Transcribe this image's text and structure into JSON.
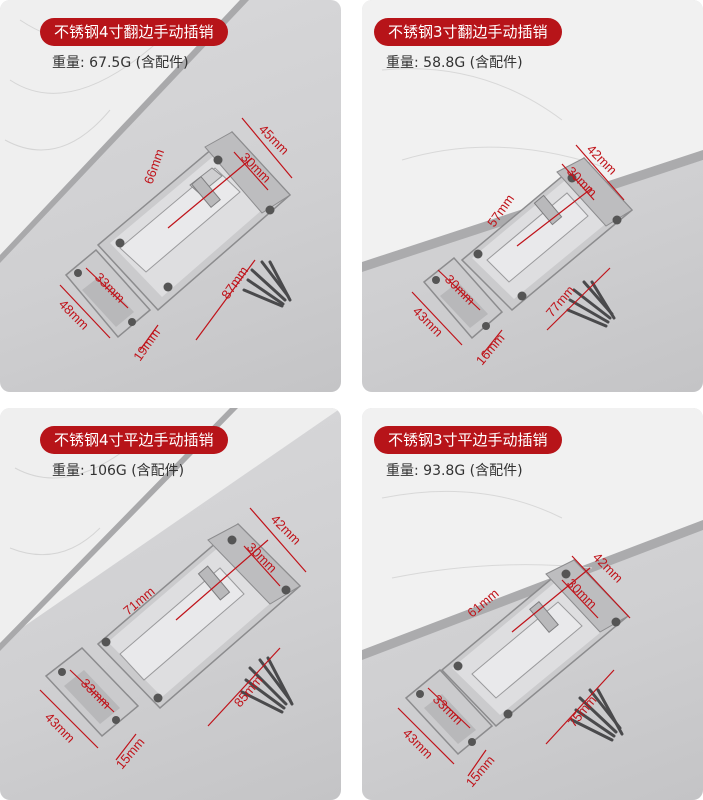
{
  "products": [
    {
      "title": "不锈钢4寸翻边手动插销",
      "weight_label": "重量:",
      "weight_value": "67.5G",
      "weight_note": "(含配件)",
      "dimensions": {
        "total_length": "87mm",
        "width": "45mm",
        "bolt_length": "66mm",
        "bolt_width": "30mm",
        "keeper_width": "33mm",
        "keeper_height": "48mm",
        "keeper_length": "19mm"
      }
    },
    {
      "title": "不锈钢3寸翻边手动插销",
      "weight_label": "重量:",
      "weight_value": "58.8G",
      "weight_note": "(含配件)",
      "dimensions": {
        "total_length": "77mm",
        "width": "42mm",
        "bolt_length": "57mm",
        "bolt_width": "30mm",
        "keeper_width": "30mm",
        "keeper_height": "43mm",
        "keeper_length": "16mm"
      }
    },
    {
      "title": "不锈钢4寸平边手动插销",
      "weight_label": "重量:",
      "weight_value": "106G",
      "weight_note": "(含配件)",
      "dimensions": {
        "total_length": "85mm",
        "width": "42mm",
        "bolt_length": "71mm",
        "bolt_width": "30mm",
        "keeper_width": "33mm",
        "keeper_height": "43mm",
        "keeper_length": "15mm"
      }
    },
    {
      "title": "不锈钢3寸平边手动插销",
      "weight_label": "重量:",
      "weight_value": "93.8G",
      "weight_note": "(含配件)",
      "dimensions": {
        "total_length": "75mm",
        "width": "42mm",
        "bolt_length": "61mm",
        "bolt_width": "30mm",
        "keeper_width": "33mm",
        "keeper_height": "43mm",
        "keeper_length": "15mm"
      }
    }
  ],
  "colors": {
    "badge": "#b71419",
    "dimension": "#c0131a",
    "steel": "#c9c9cb"
  },
  "icons": [
    "screw-icon"
  ]
}
